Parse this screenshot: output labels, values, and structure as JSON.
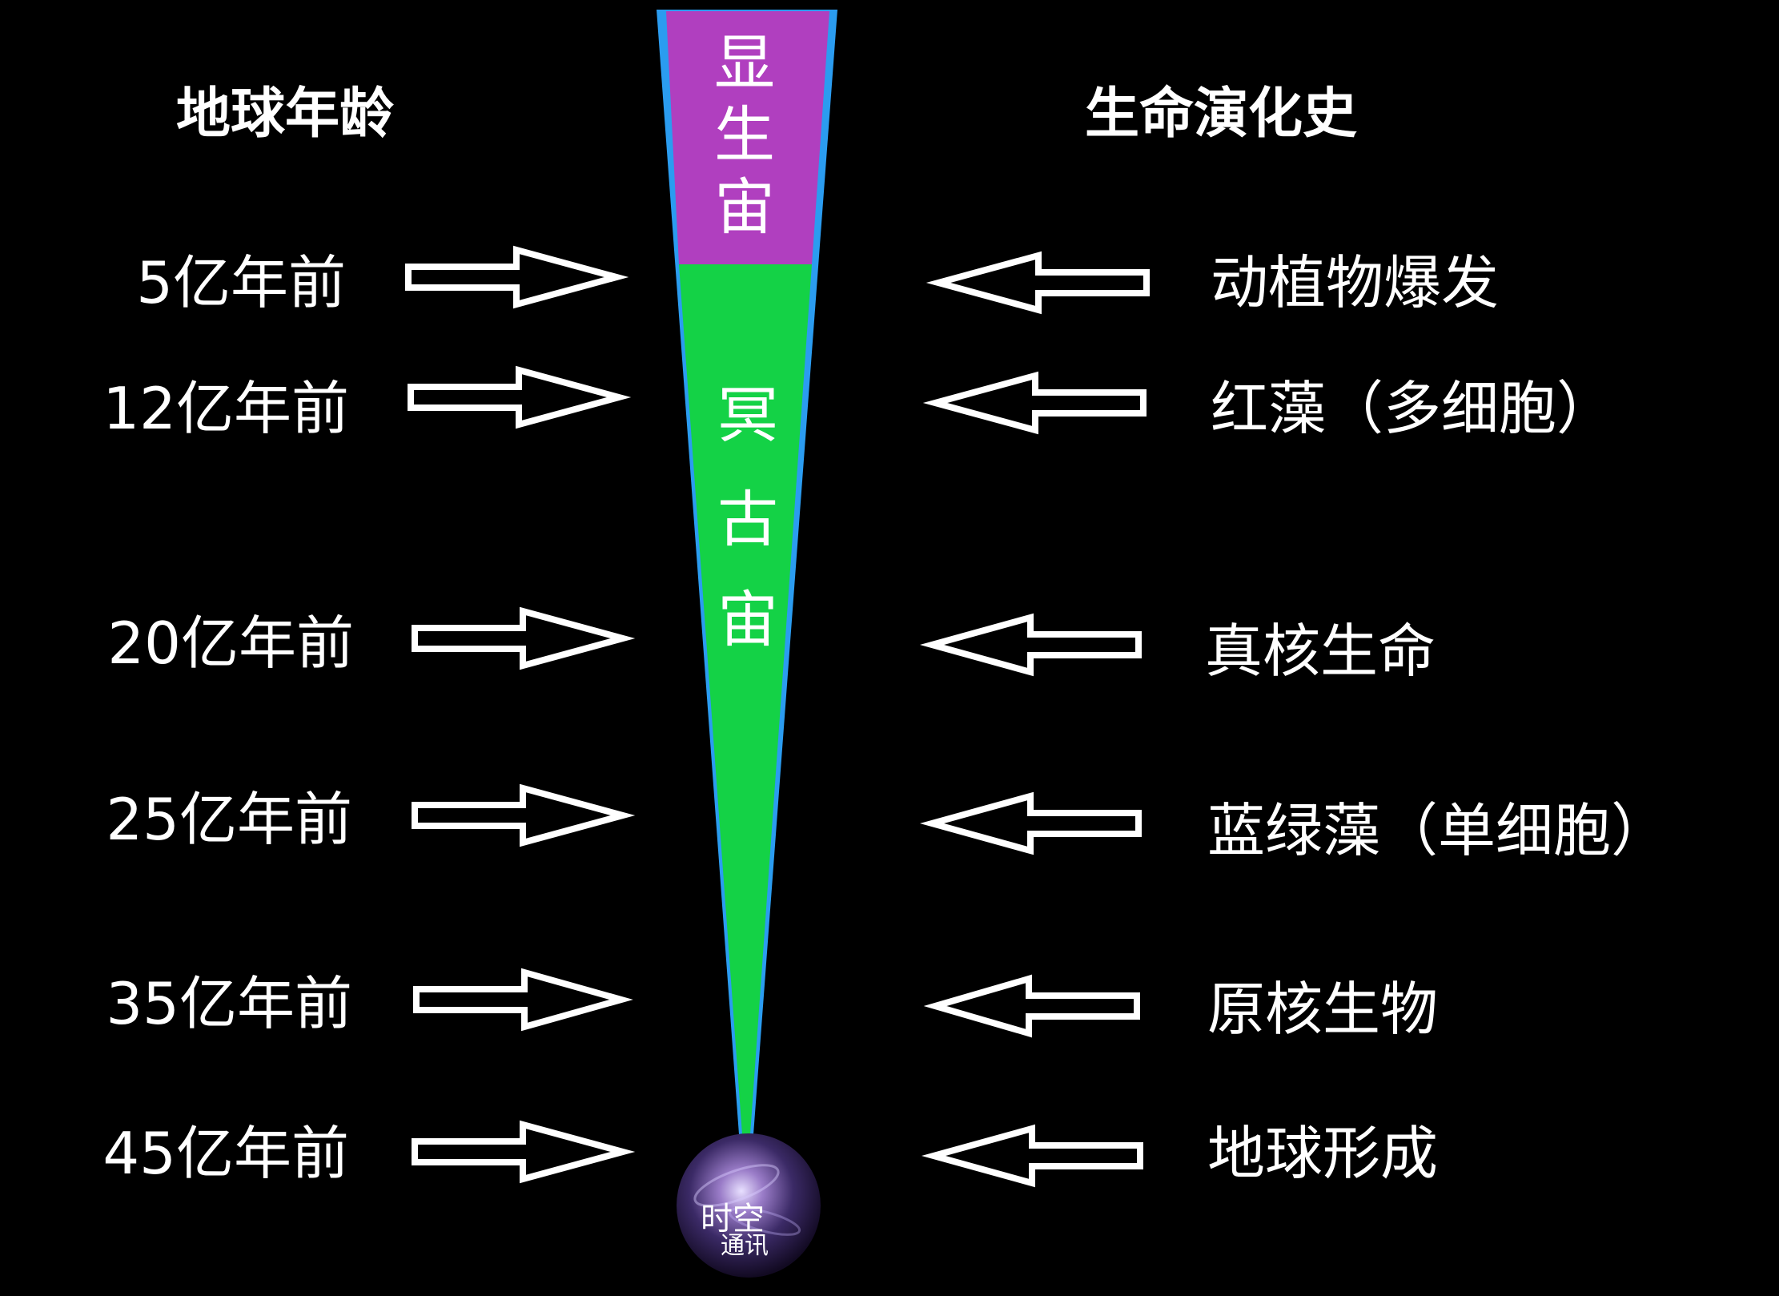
{
  "headers": {
    "left": "地球年龄",
    "right": "生命演化史"
  },
  "eons": [
    {
      "label": "显生宙",
      "color": "#b03fbf"
    },
    {
      "label": "冥古宙",
      "color": "#14d246"
    }
  ],
  "timeline_border_color": "#2b9cf0",
  "rows": [
    {
      "age": "5亿年前",
      "event": "动植物爆发"
    },
    {
      "age": "12亿年前",
      "event": "红藻（多细胞）"
    },
    {
      "age": "20亿年前",
      "event": "真核生命"
    },
    {
      "age": "25亿年前",
      "event": "蓝绿藻（单细胞）"
    },
    {
      "age": "35亿年前",
      "event": "原核生物"
    },
    {
      "age": "45亿年前",
      "event": "地球形成"
    }
  ],
  "logo": {
    "line1": "时空",
    "line2": "通讯"
  }
}
